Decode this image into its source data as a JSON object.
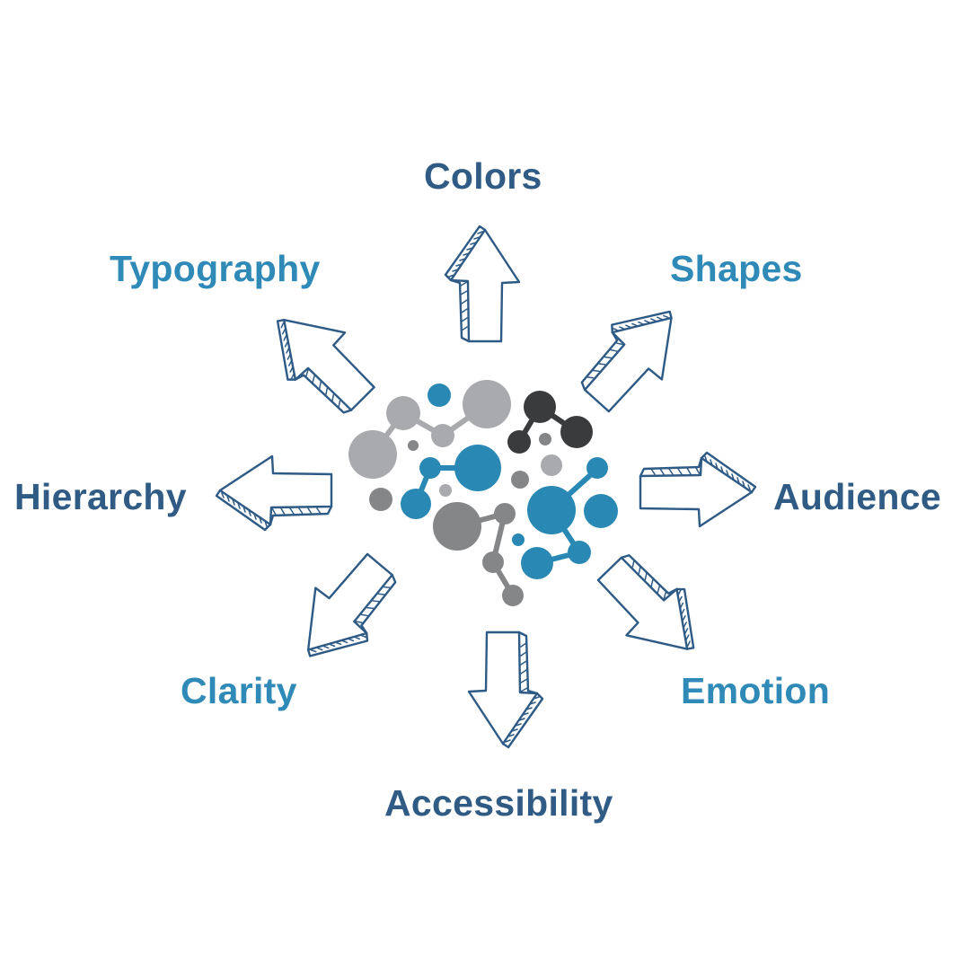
{
  "concept_map": {
    "center": {
      "icon": "molecule-network-icon",
      "colors": {
        "light_gray": "#a8aaad",
        "mid_gray": "#858688",
        "dark_gray": "#3a3b3d",
        "blue": "#2a89b4"
      }
    },
    "labels": {
      "colors": "Colors",
      "typography": "Typography",
      "shapes": "Shapes",
      "hierarchy": "Hierarchy",
      "audience": "Audience",
      "clarity": "Clarity",
      "emotion": "Emotion",
      "accessibility": "Accessibility"
    },
    "label_colors": {
      "dark": "#2f5b84",
      "light": "#2f8ab8"
    },
    "arrow": {
      "icon": "hand-drawn-arrow-icon",
      "stroke_color": "#2e5a86"
    }
  }
}
